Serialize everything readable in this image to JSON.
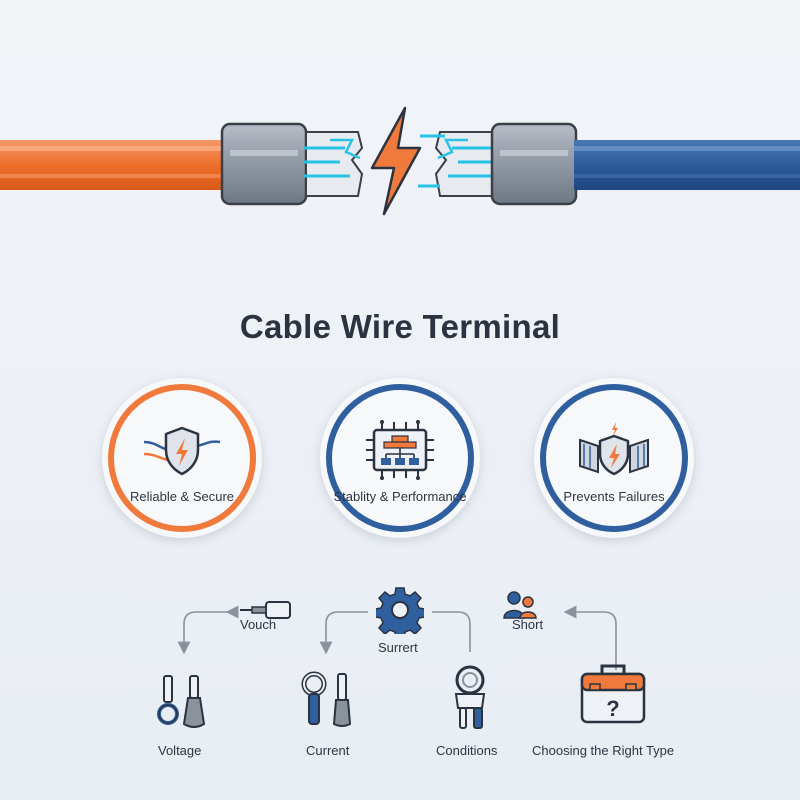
{
  "title": "Cable Wire Terminal",
  "colors": {
    "orange": "#f07a3c",
    "blue": "#2f5f9e",
    "cyan": "#26c3e6",
    "gray": "#8a929c",
    "text": "#2b3340"
  },
  "badges": [
    {
      "label": "Reliable & Secure",
      "icon": "shield-bolt-icon",
      "ring": "#f07a3c"
    },
    {
      "label": "Stablity & Performance",
      "icon": "circuit-chip-icon",
      "ring": "#2f5f9e"
    },
    {
      "label": "Prevents Failures",
      "icon": "shield-bolt-icon",
      "ring": "#2f5f9e"
    }
  ],
  "flow": {
    "vouch": "Vouch",
    "surrert": "Surrert",
    "short": "Short",
    "voltage": "Voltage",
    "current": "Current",
    "conditions": "Conditions",
    "choosing": "Choosing the Right Type"
  }
}
